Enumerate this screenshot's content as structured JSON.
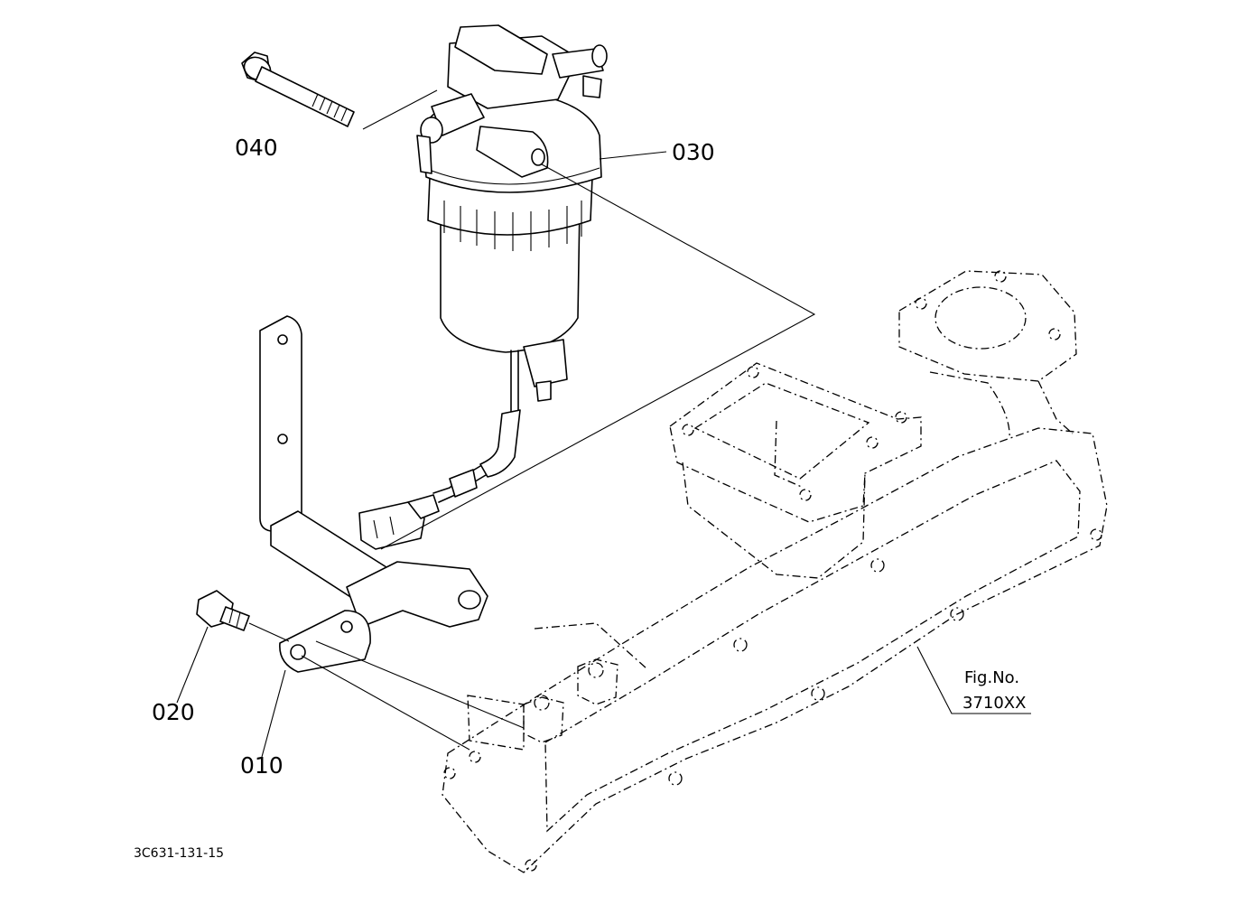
{
  "callouts": {
    "bracket": "010",
    "bolt_short": "020",
    "fuel_filter": "030",
    "bolt_long": "040"
  },
  "reference": {
    "fig_label": "Fig.No.",
    "fig_number": "3710XX"
  },
  "drawing_code": "3C631-131-15"
}
